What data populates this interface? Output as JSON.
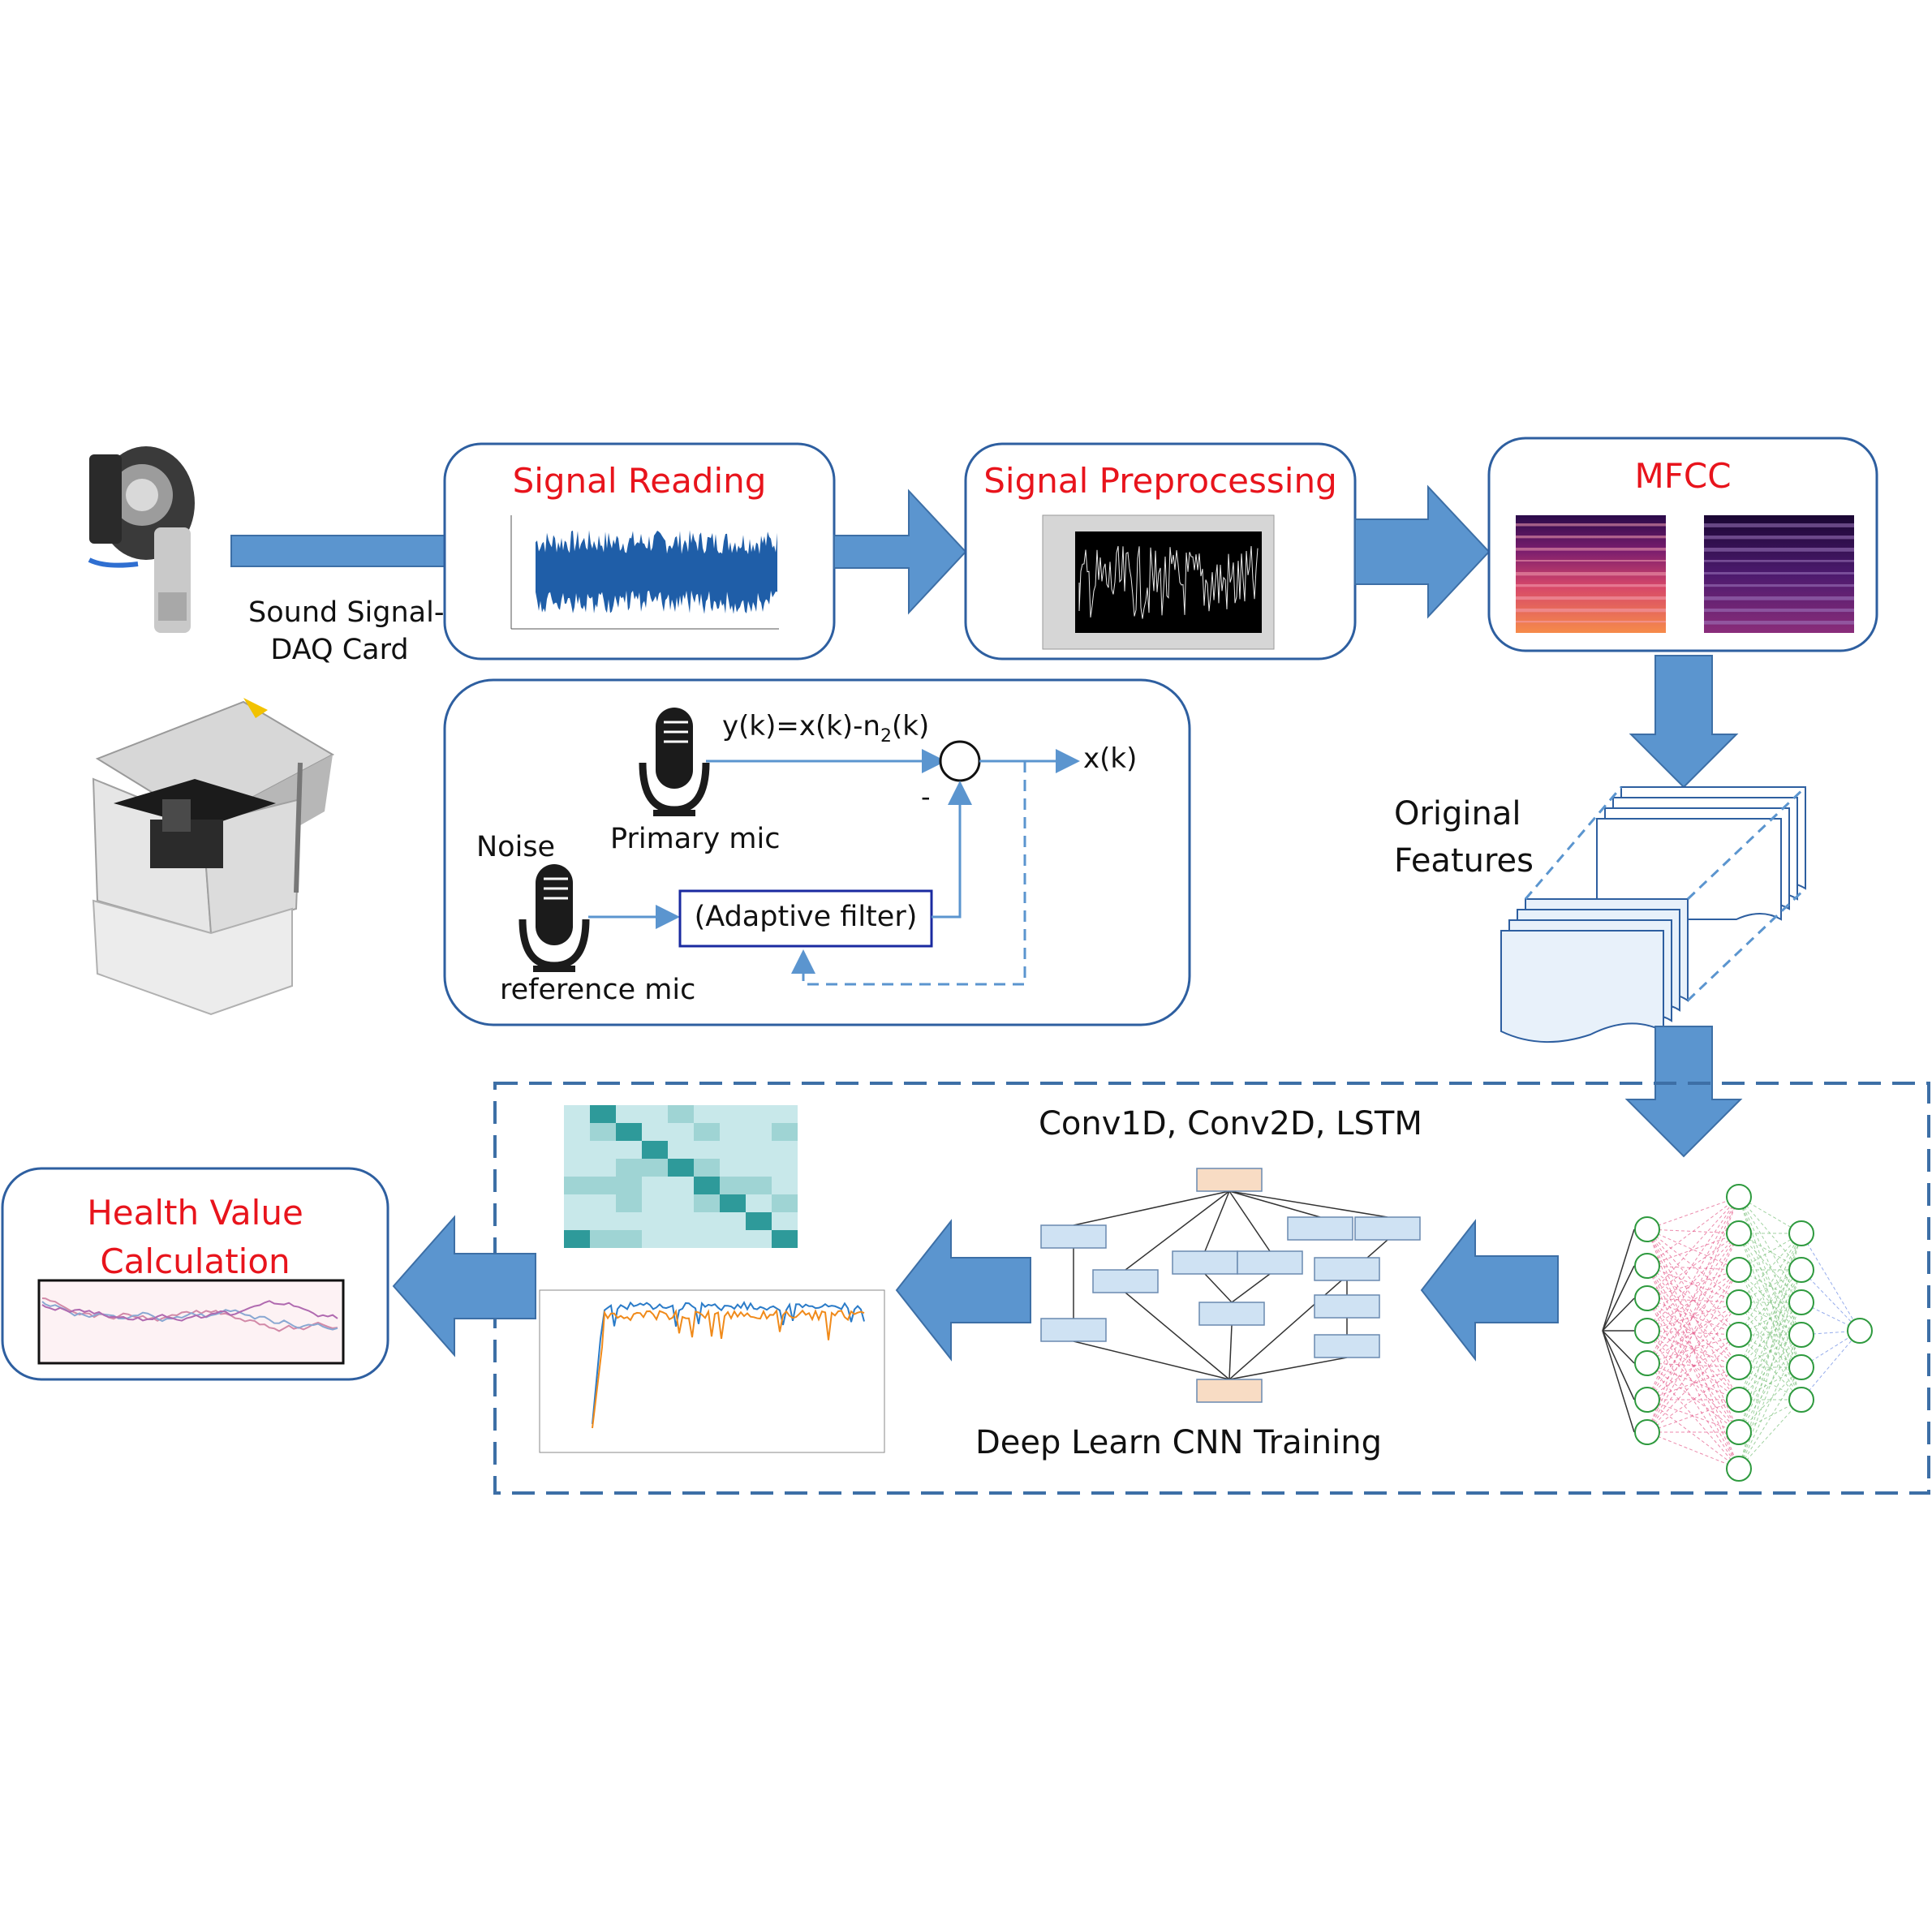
{
  "colors": {
    "arrow_fill": "#5b95cf",
    "arrow_stroke": "#3d6fa6",
    "box_border": "#2e5fa0",
    "title_red": "#e8141c",
    "dashed_line": "#2e5fa0",
    "signal_blue": "#1f5ea8"
  },
  "source": {
    "label_line1": "Sound Signal-",
    "label_line2": "DAQ Card"
  },
  "stages": {
    "signal_reading": "Signal Reading",
    "signal_preprocessing": "Signal Preprocessing",
    "mfcc": "MFCC",
    "health_line1": "Health Value",
    "health_line2": "Calculation"
  },
  "noise_cancel": {
    "equation_main": "y(k)=x(k)-n",
    "equation_sub": "2",
    "equation_end": "(k)",
    "output": "x(k)",
    "minus": "-",
    "primary_mic": "Primary mic",
    "noise": "Noise",
    "reference_mic": "reference mic",
    "filter": "(Adaptive filter)"
  },
  "features": {
    "line1": "Original",
    "line2": "Features"
  },
  "training": {
    "models": "Conv1D, Conv2D, LSTM",
    "caption": "Deep Learn CNN Training"
  },
  "icons": {
    "motor": "motor-photo",
    "test_rig": "test-rig-photo",
    "mic": "microphone-icon",
    "nn": "neural-network-diagram",
    "inception": "inception-block-diagram",
    "confusion": "confusion-matrix",
    "accuracy": "accuracy-chart"
  }
}
